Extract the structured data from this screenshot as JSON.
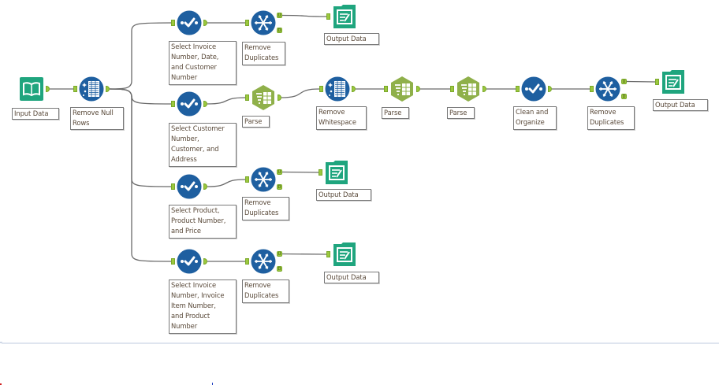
{
  "canvas": {
    "wire_color": "#6b6b6b",
    "anchor_color": "#9cc83e"
  },
  "tools": [
    {
      "id": "input1",
      "type": "input",
      "label": "Input Data",
      "color": "#1fa57e"
    },
    {
      "id": "nullrows",
      "type": "cleanse",
      "label": "Remove Null\nRows",
      "color": "#1e5fa0"
    },
    {
      "id": "select1",
      "type": "select",
      "label": "Select Invoice\nNumber, Date,\nand Customer\nNumber",
      "color": "#1e5fa0"
    },
    {
      "id": "unique1",
      "type": "unique",
      "label": "Remove\nDuplicates",
      "color": "#1e5fa0"
    },
    {
      "id": "output1",
      "type": "output",
      "label": "Output Data",
      "color": "#1fa57e"
    },
    {
      "id": "select2",
      "type": "select",
      "label": "Select Customer\nNumber,\nCustomer, and\nAddress",
      "color": "#1e5fa0"
    },
    {
      "id": "parse1",
      "type": "parse",
      "label": "Parse",
      "color": "#8fb04a"
    },
    {
      "id": "cleanse2",
      "type": "cleanse",
      "label": "Remove\nWhitespace",
      "color": "#1e5fa0"
    },
    {
      "id": "parse2",
      "type": "parse",
      "label": "Parse",
      "color": "#8fb04a"
    },
    {
      "id": "parse3",
      "type": "parse",
      "label": "Parse",
      "color": "#8fb04a"
    },
    {
      "id": "select_clean",
      "type": "select",
      "label": "Clean and\nOrganize",
      "color": "#1e5fa0"
    },
    {
      "id": "unique2",
      "type": "unique",
      "label": "Remove\nDuplicates",
      "color": "#1e5fa0"
    },
    {
      "id": "output2",
      "type": "output",
      "label": "Output Data",
      "color": "#1fa57e"
    },
    {
      "id": "select3",
      "type": "select",
      "label": "Select Product,\nProduct Number,\nand Price",
      "color": "#1e5fa0"
    },
    {
      "id": "unique3",
      "type": "unique",
      "label": "Remove\nDuplicates",
      "color": "#1e5fa0"
    },
    {
      "id": "output3",
      "type": "output",
      "label": "Output Data",
      "color": "#1fa57e"
    },
    {
      "id": "select4",
      "type": "select",
      "label": "Select Invoice\nNumber, Invoice\nItem Number,\nand Product\nNumber",
      "color": "#1e5fa0"
    },
    {
      "id": "unique4",
      "type": "unique",
      "label": "Remove\nDuplicates",
      "color": "#1e5fa0"
    },
    {
      "id": "output4",
      "type": "output",
      "label": "Output Data",
      "color": "#1fa57e"
    }
  ],
  "connections": [
    [
      "input1",
      "nullrows"
    ],
    [
      "nullrows",
      "select1"
    ],
    [
      "nullrows",
      "select2"
    ],
    [
      "nullrows",
      "select3"
    ],
    [
      "nullrows",
      "select4"
    ],
    [
      "select1",
      "unique1"
    ],
    [
      "unique1",
      "output1"
    ],
    [
      "select2",
      "parse1"
    ],
    [
      "parse1",
      "cleanse2"
    ],
    [
      "cleanse2",
      "parse2"
    ],
    [
      "parse2",
      "parse3"
    ],
    [
      "parse3",
      "select_clean"
    ],
    [
      "select_clean",
      "unique2"
    ],
    [
      "unique2",
      "output2"
    ],
    [
      "select3",
      "unique3"
    ],
    [
      "unique3",
      "output3"
    ],
    [
      "select4",
      "unique4"
    ],
    [
      "unique4",
      "output4"
    ]
  ],
  "unique_anchor_labels": {
    "unique": "U",
    "duplicates": "D"
  }
}
